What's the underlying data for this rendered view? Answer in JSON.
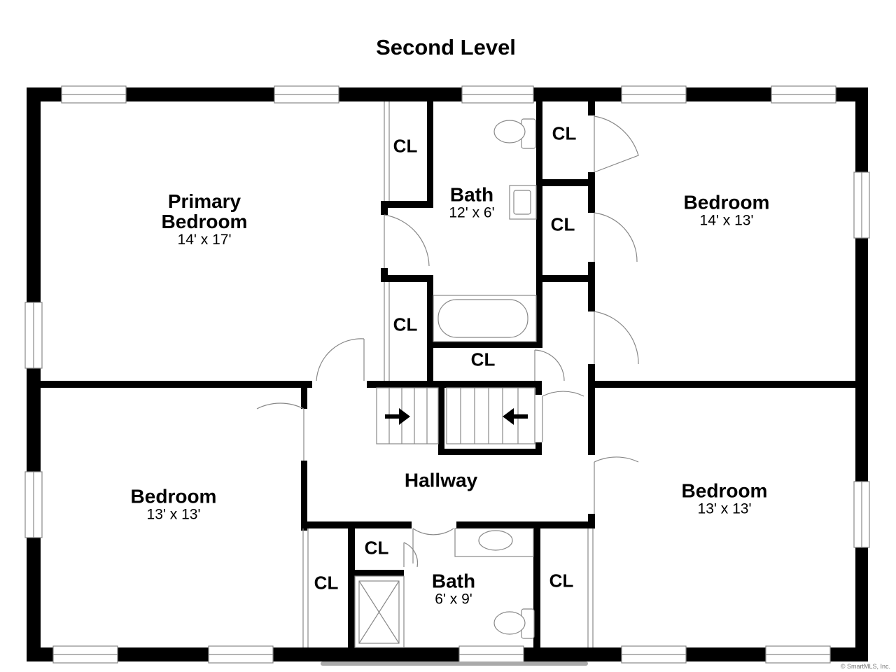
{
  "title": "Second Level",
  "rooms": {
    "primary_bedroom": {
      "name_line1": "Primary",
      "name_line2": "Bedroom",
      "dims": "14' x 17'"
    },
    "bath_upper": {
      "name": "Bath",
      "dims": "12' x 6'"
    },
    "bedroom_ne": {
      "name": "Bedroom",
      "dims": "14' x 13'"
    },
    "bedroom_sw": {
      "name": "Bedroom",
      "dims": "13' x 13'"
    },
    "bedroom_se": {
      "name": "Bedroom",
      "dims": "13' x 13'"
    },
    "hallway": {
      "name": "Hallway"
    },
    "bath_lower": {
      "name": "Bath",
      "dims": "6' x 9'"
    }
  },
  "closet_label": "CL",
  "credit": "© SmartMLS, Inc.",
  "colors": {
    "wall": "#000000",
    "fixture": "#888888",
    "background": "#ffffff"
  }
}
